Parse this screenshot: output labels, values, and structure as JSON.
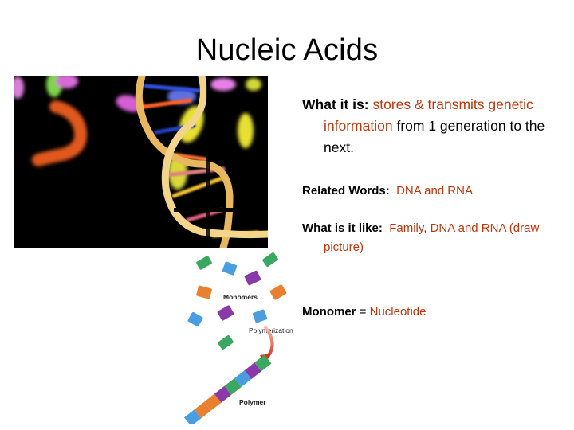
{
  "slide": {
    "title": "Nucleic Acids"
  },
  "content": {
    "what_it_is": {
      "label": "What it is:",
      "definition_red": "stores & transmits genetic information",
      "definition_rest": "from 1 generation to the next."
    },
    "related_words": {
      "label": "Related Words:",
      "value": "DNA and RNA"
    },
    "what_is_it_like": {
      "label": "What is it like:",
      "value": "Family, DNA and RNA (draw picture)"
    },
    "monomer": {
      "label": "Monomer",
      "equals": "=",
      "value": "Nucleotide"
    }
  },
  "images": {
    "photo": {
      "description": "dna-double-helix-with-chromosomes"
    },
    "diagram": {
      "monomers_label": "Monomers",
      "polymerization_label": "Polymerization",
      "polymer_label": "Polymer"
    }
  },
  "colors": {
    "accent_red": "#c0360c",
    "text": "#000000",
    "background": "#ffffff"
  }
}
